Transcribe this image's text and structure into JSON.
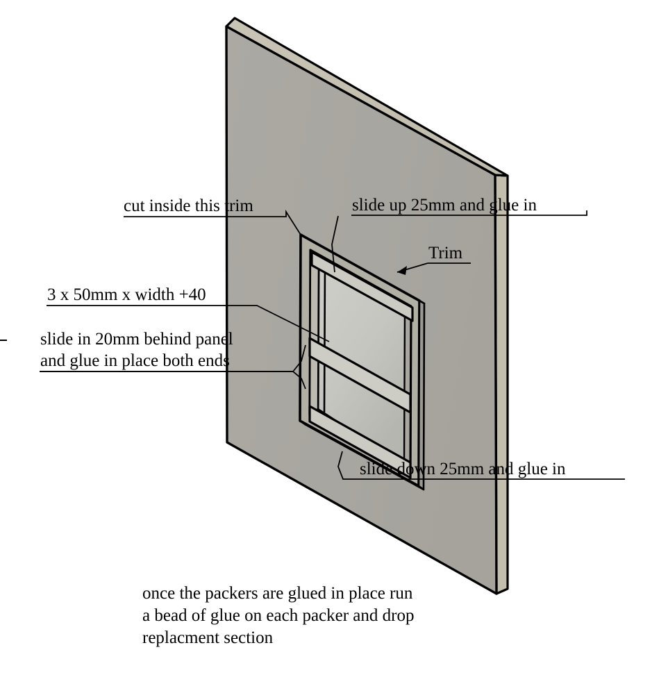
{
  "diagram": {
    "title_context": "panel cut-out repair assembly isometric",
    "colors": {
      "panel_face": "#a9a7a0",
      "panel_edge_light": "#c6c1b1",
      "panel_edge_mid": "#b5b1a4",
      "recess_fill": "#c9c9c3",
      "recess_fill_dark": "#b9b9b3",
      "packer_fill": "#cdcdc6",
      "trim_fill": "#b0ada3",
      "outline": "#000000",
      "background": "#ffffff"
    },
    "labels": {
      "cut_inside_trim": "cut inside this trim",
      "slide_up": "slide up 25mm and glue in",
      "trim": "Trim",
      "packer_spec": "3 x 50mm x width +40",
      "slide_in_line1": "slide in 20mm behind panel",
      "slide_in_line2": "and glue in place both ends",
      "slide_down": "slide down 25mm and glue in"
    },
    "note": {
      "line1": "once the packers are glued in place run",
      "line2": "a bead of glue on each packer and drop",
      "line3": "replacment section"
    }
  }
}
